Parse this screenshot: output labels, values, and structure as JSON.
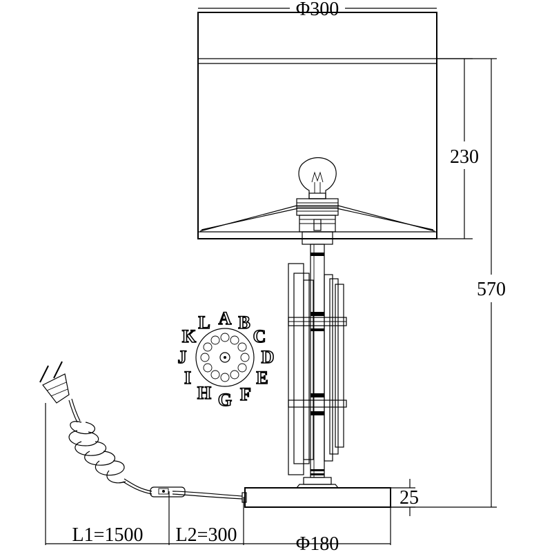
{
  "dimensions": {
    "shade_diameter": "Φ300",
    "shade_height": "230",
    "total_height": "570",
    "base_height": "25",
    "base_diameter": "Φ180",
    "cable_length": "L1=1500",
    "switch_length": "L2=300"
  },
  "dial_letters": [
    "A",
    "B",
    "C",
    "D",
    "E",
    "F",
    "G",
    "H",
    "I",
    "J",
    "K",
    "L"
  ]
}
